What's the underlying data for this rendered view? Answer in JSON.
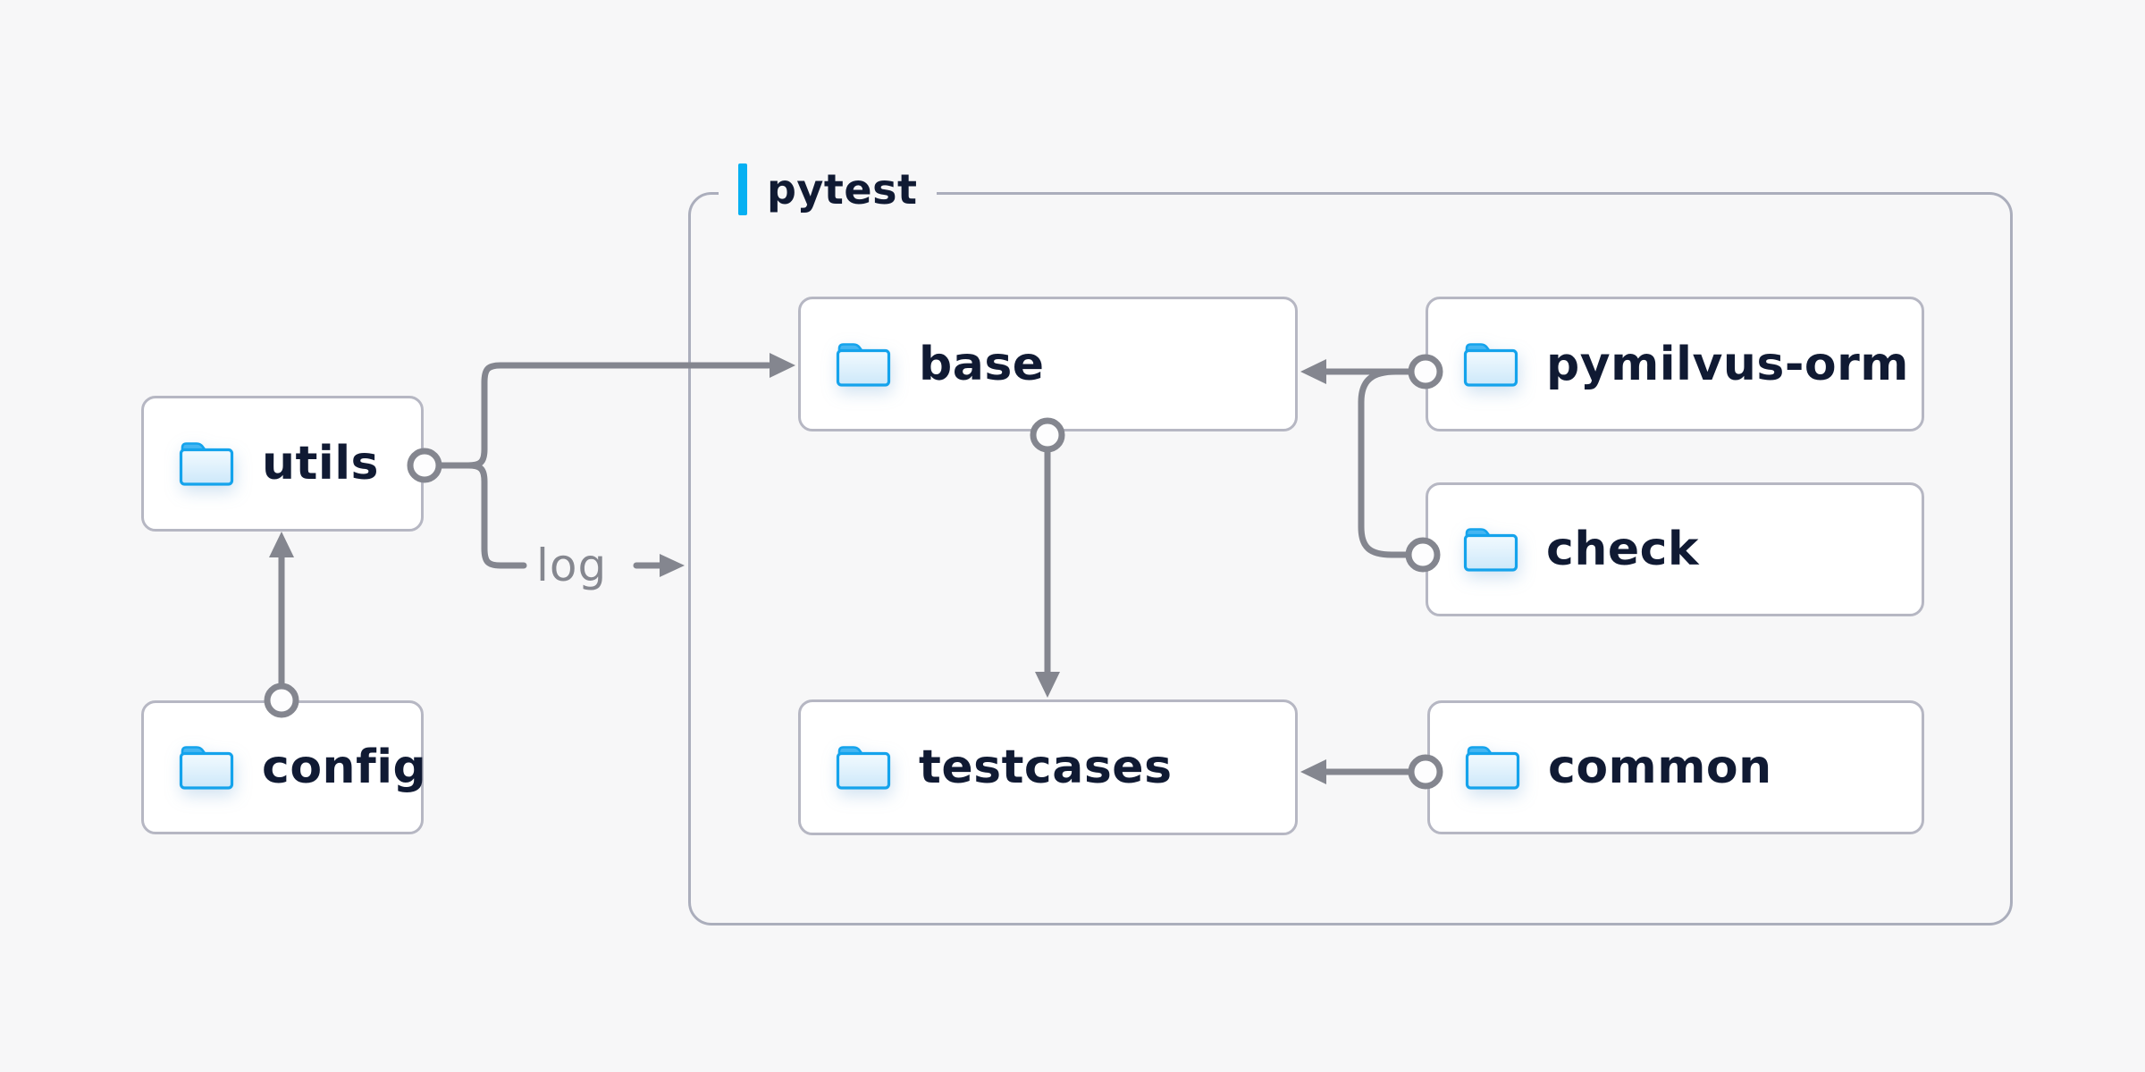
{
  "container": {
    "label": "pytest"
  },
  "log": {
    "label": "log"
  },
  "nodes": {
    "utils": {
      "label": "utils"
    },
    "config": {
      "label": "config"
    },
    "base": {
      "label": "base"
    },
    "pymilvus_orm": {
      "label": "pymilvus-orm"
    },
    "check": {
      "label": "check"
    },
    "testcases": {
      "label": "testcases"
    },
    "common": {
      "label": "common"
    }
  },
  "edges": [
    {
      "from": "config",
      "to": "utils"
    },
    {
      "from": "utils",
      "to": "base"
    },
    {
      "from": "utils",
      "to": "log"
    },
    {
      "from": "pymilvus-orm",
      "to": "base"
    },
    {
      "from": "check",
      "to": "base"
    },
    {
      "from": "base",
      "to": "testcases"
    },
    {
      "from": "common",
      "to": "testcases"
    }
  ],
  "colors": {
    "background": "#f7f7f8",
    "node_fill": "#ffffff",
    "node_border": "#b6b7c3",
    "container_border": "#abaebc",
    "connector": "#84868f",
    "text": "#101a33",
    "accent_blue": "#06b0f2",
    "folder_blue": "#14a3ec"
  }
}
